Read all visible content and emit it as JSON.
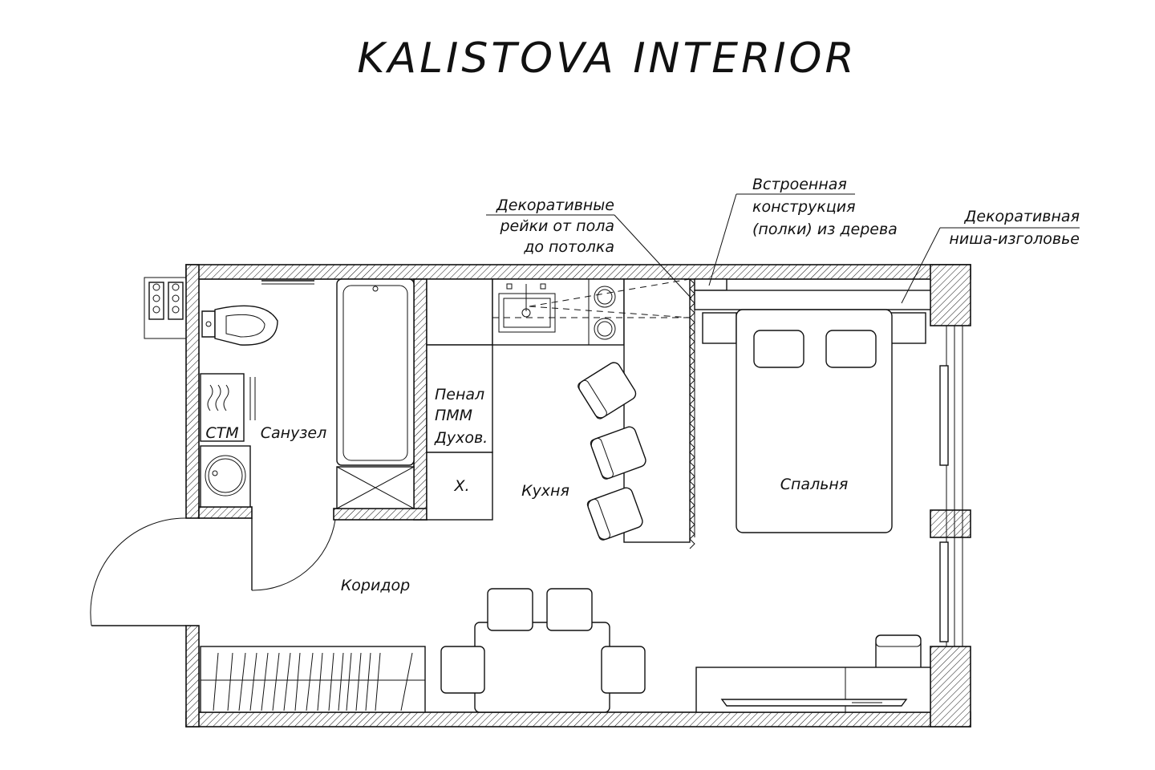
{
  "title": "KALISTOVA INTERIOR",
  "rooms": {
    "bathroom": "Санузел",
    "kitchen": "Кухня",
    "bedroom": "Спальня",
    "corridor": "Коридор",
    "washer": "СТМ",
    "fridge": "Х.",
    "pantry_line1": "Пенал",
    "pantry_line2": "ПММ",
    "pantry_line3": "Духов."
  },
  "callouts": {
    "slats_line1": "Декоративные",
    "slats_line2": "рейки от пола",
    "slats_line3": "до потолка",
    "shelves_line1": "Встроенная",
    "shelves_line2": "конструкция",
    "shelves_line3": "(полки) из дерева",
    "niche_line1": "Декоративная",
    "niche_line2": "ниша-изголовье"
  }
}
